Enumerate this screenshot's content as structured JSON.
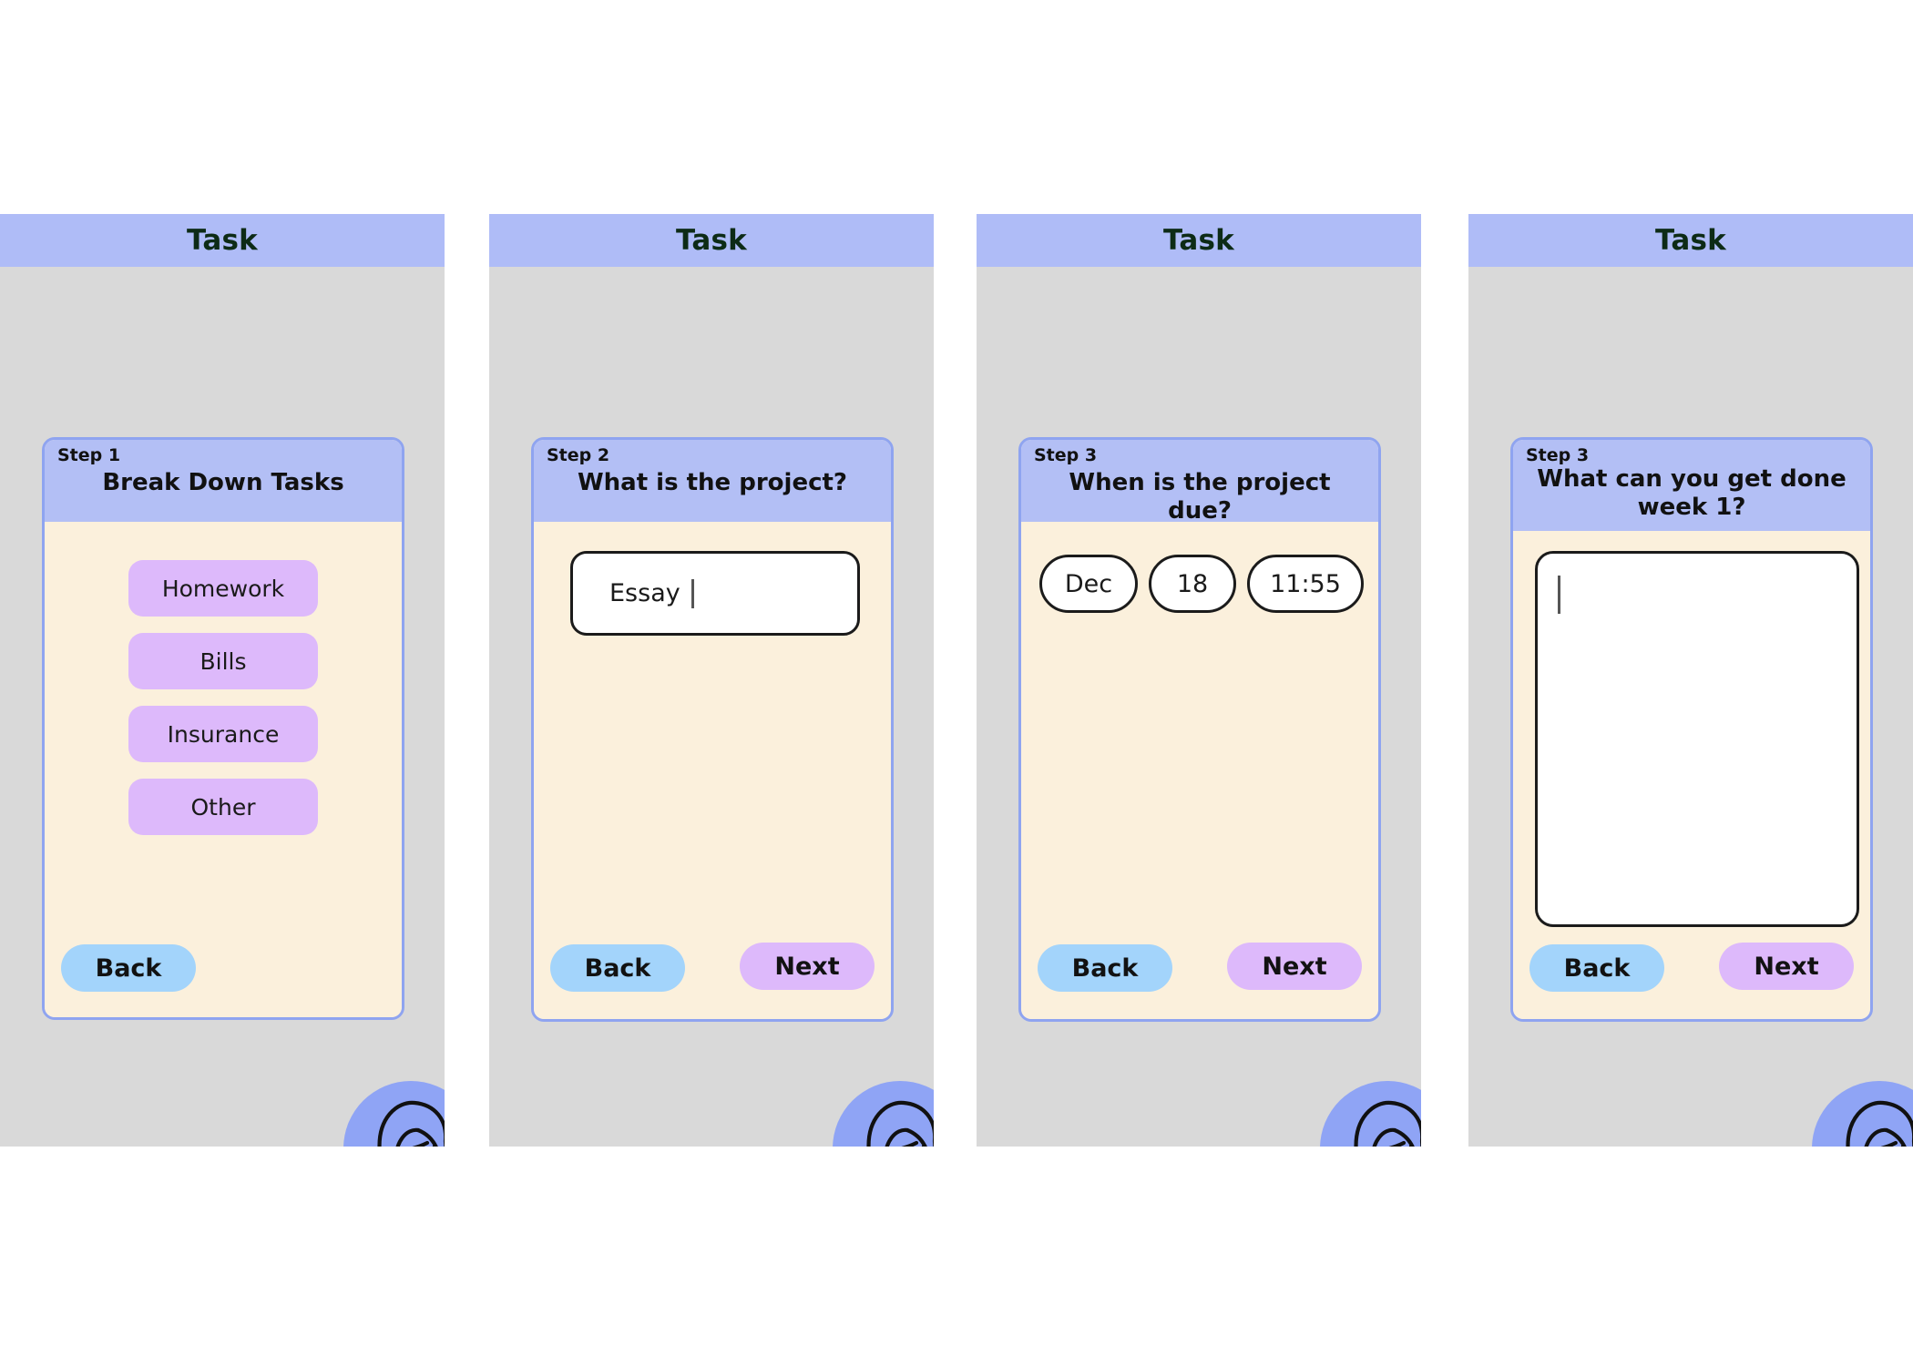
{
  "colors": {
    "titlebar_bg": "#afbcf7",
    "titlebar_text": "#0d2b16",
    "phone_bg": "#d9d9d9",
    "card_border": "#8fa4f0",
    "card_header_bg": "#b3bff5",
    "card_body_bg": "#fbf0dc",
    "option_pill": "#ddb9fb",
    "back_button": "#a3d4fb",
    "next_button": "#ddb9fb",
    "input_border": "#1b1b1b",
    "avatar_circle": "#8fa4f5"
  },
  "screens": [
    {
      "id": "screen-1",
      "titlebar": "Task",
      "step_label": "Step 1",
      "card_title": "Break Down Tasks",
      "options": [
        {
          "label": "Homework"
        },
        {
          "label": "Bills"
        },
        {
          "label": "Insurance"
        },
        {
          "label": "Other"
        }
      ],
      "back_label": "Back",
      "next_label": "",
      "avatar_name": "assistant-avatar"
    },
    {
      "id": "screen-2",
      "titlebar": "Task",
      "step_label": "Step 2",
      "card_title": "What is the project?",
      "input_value": "Essay",
      "input_placeholder": "",
      "back_label": "Back",
      "next_label": "Next",
      "avatar_name": "assistant-avatar"
    },
    {
      "id": "screen-3",
      "titlebar": "Task",
      "step_label": "Step 3",
      "card_title": "When is the project due?",
      "date": {
        "month": "Dec",
        "day": "18",
        "time": "11:55"
      },
      "back_label": "Back",
      "next_label": "Next",
      "avatar_name": "assistant-avatar"
    },
    {
      "id": "screen-4",
      "titlebar": "Task",
      "step_label": "Step 3",
      "card_title": "What can you get done week 1?",
      "textarea_value": "",
      "textarea_placeholder": "",
      "back_label": "Back",
      "next_label": "Next",
      "avatar_name": "assistant-avatar"
    }
  ]
}
